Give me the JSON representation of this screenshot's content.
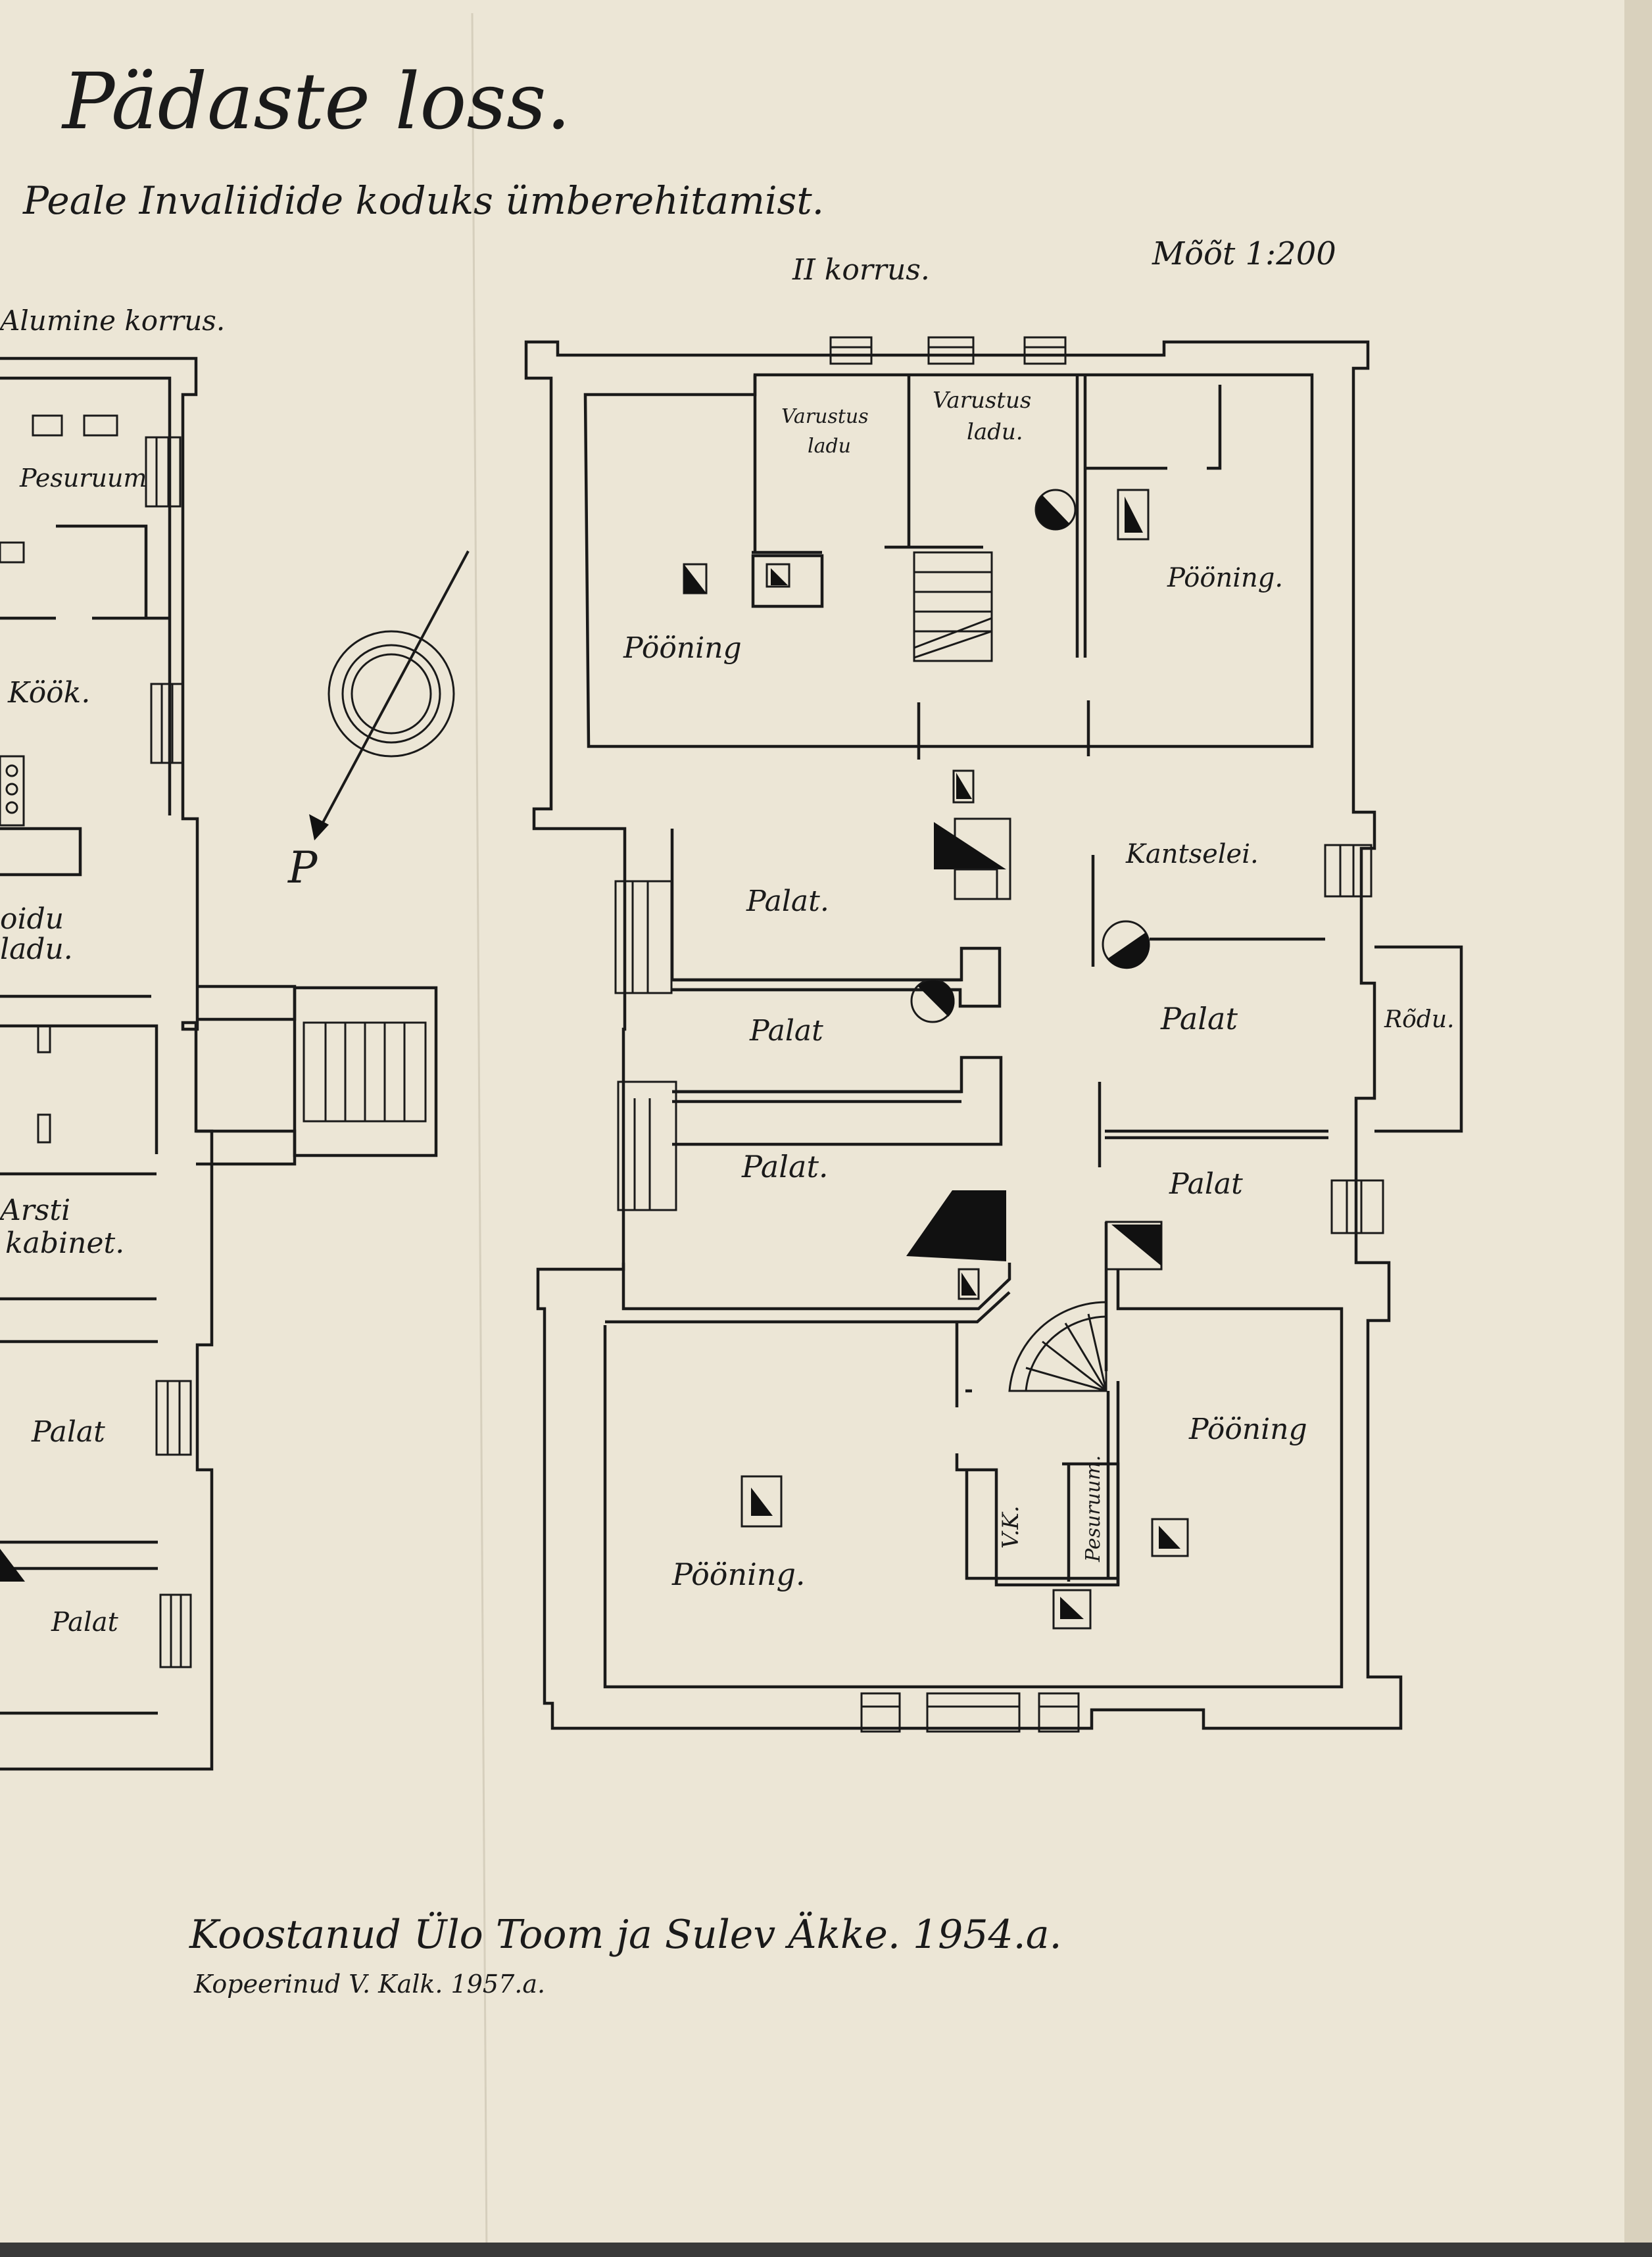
{
  "title": "Pädaste loss.",
  "subtitle": "Peale Invaliidide koduks ümberehitamist.",
  "floor_lower": "Alumine korrus.",
  "floor_upper": "II korrus.",
  "scale": "Mõõt 1:200",
  "north_mark": "P",
  "lower_rooms": {
    "pesuruum": "Pesuruum",
    "kook": "Köök.",
    "toidu_line1": "oidu",
    "toidu_line2": "ladu.",
    "arsti_line1": "Arsti",
    "arsti_line2": "kabinet.",
    "palat1": "Palat",
    "palat2": "Palat"
  },
  "upper_rooms": {
    "varustus1_line1": "Varustus",
    "varustus1_line2": "ladu",
    "varustus2_line1": "Varustus",
    "varustus2_line2": "ladu.",
    "pooning_nw": "Pööning",
    "pooning_ne": "Pööning.",
    "kantselei": "Kantselei.",
    "palat_1": "Palat.",
    "palat_2": "Palat",
    "palat_3": "Palat",
    "palat_4": "Palat.",
    "palat_5": "Palat",
    "rodu": "Rõdu.",
    "pooning_se": "Pööning",
    "pooning_sw": "Pööning.",
    "vk": "V.K.",
    "pesuruum": "Pesuruum."
  },
  "credit_line1": "Koostanud Ülo Toom ja Sulev Äkke. 1954.a.",
  "credit_line2": "Kopeerinud V. Kalk. 1957.a.",
  "colors": {
    "paper": "#ece6d6",
    "ink": "#1a1a1a"
  }
}
